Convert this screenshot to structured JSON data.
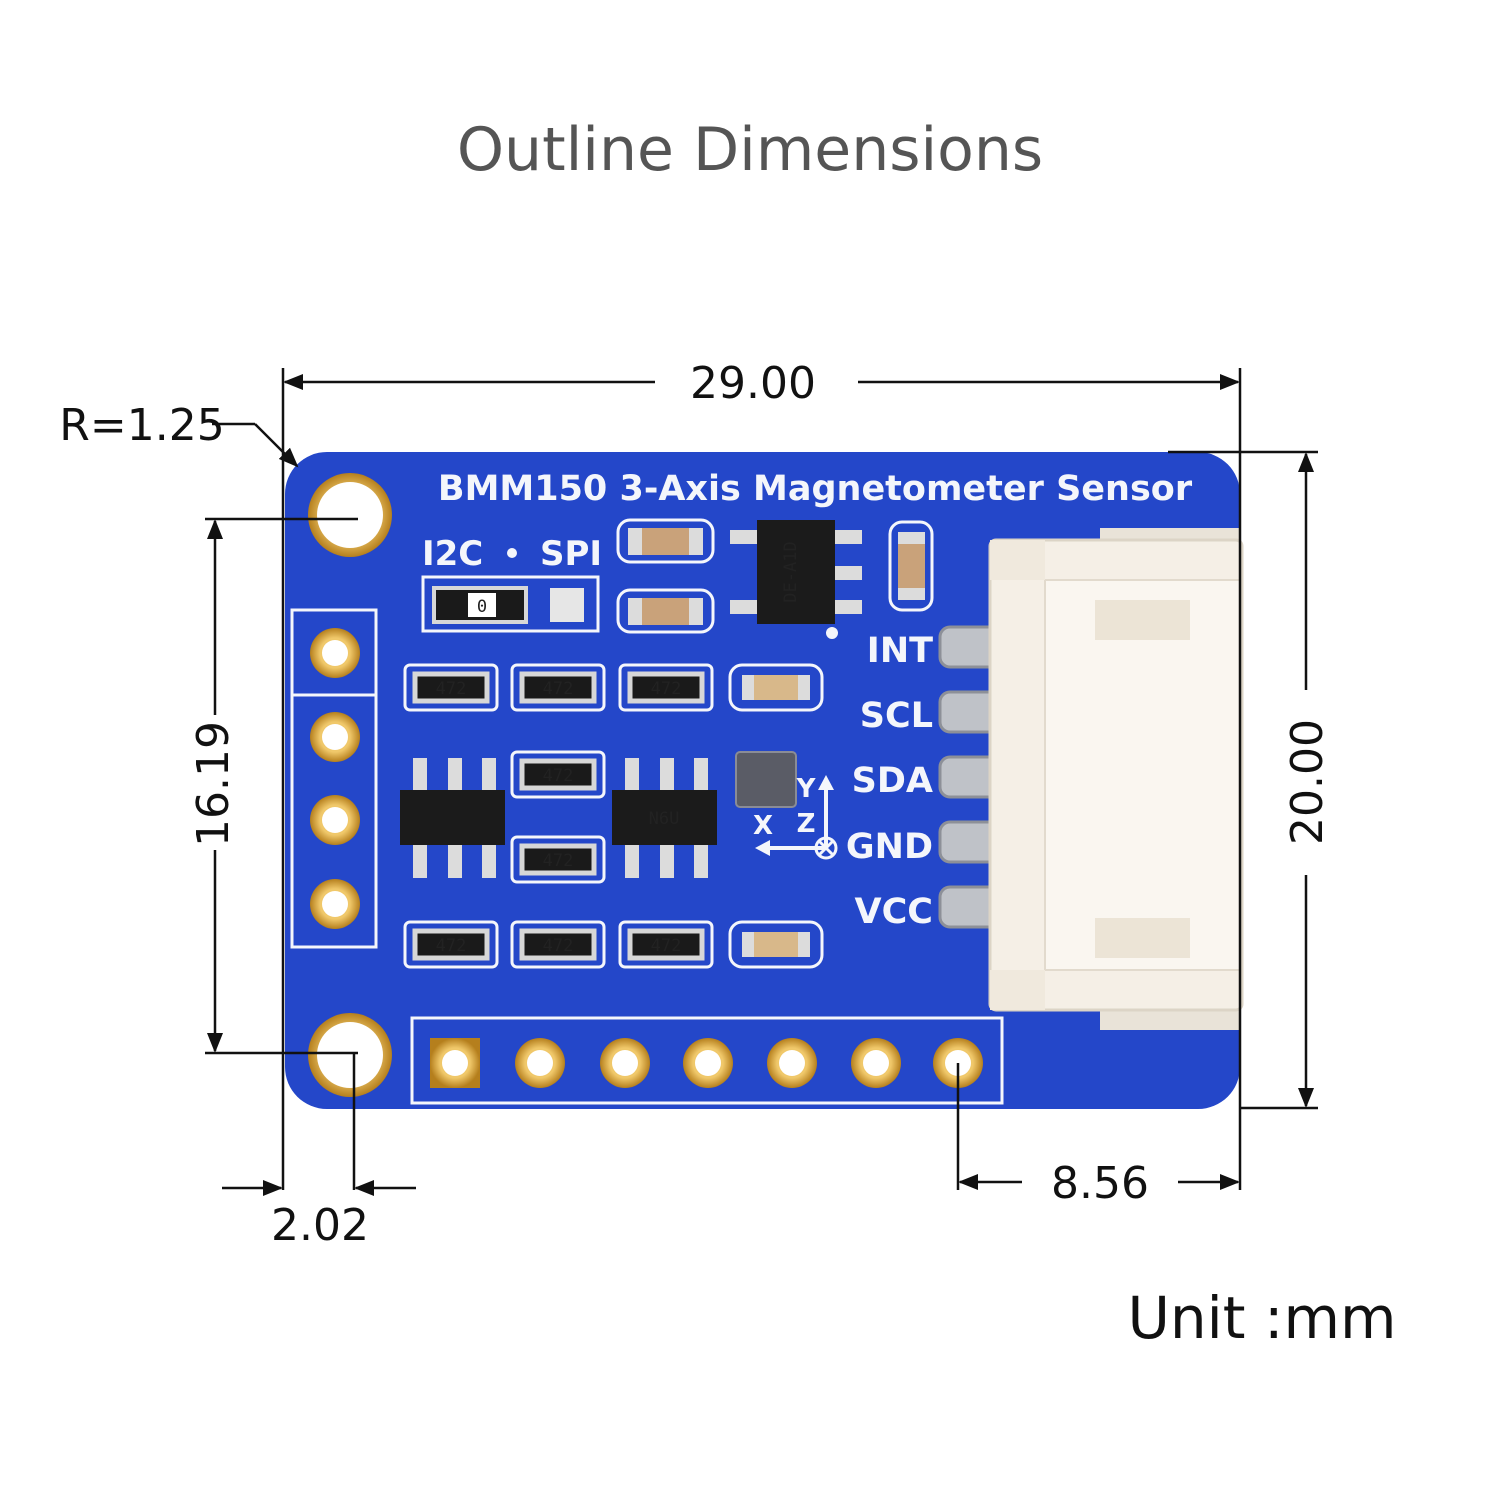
{
  "title": "Outline Dimensions",
  "unit_label": "Unit :mm",
  "dimensions": {
    "width": "29.00",
    "height": "20.00",
    "hole_spacing": "16.19",
    "hole_offset": "2.02",
    "pin_offset": "8.56",
    "corner_radius": "R=1.25"
  },
  "board": {
    "name": "BMM150 3-Axis Magnetometer Sensor",
    "mode_labels": [
      "I2C",
      "SPI"
    ],
    "pins": [
      "INT",
      "SCL",
      "SDA",
      "GND",
      "VCC"
    ],
    "resistor_marks": [
      "0",
      "472"
    ],
    "ic_marks": [
      "DE-A1D",
      "N6U"
    ],
    "axis_labels": [
      "Y",
      "X",
      "Z"
    ]
  },
  "colors": {
    "pcb": "#2447c9",
    "silkscreen": "#f4f6fb",
    "gold": "#d9a23a",
    "connector": "#f5efe6",
    "dimension_line": "#111111"
  }
}
